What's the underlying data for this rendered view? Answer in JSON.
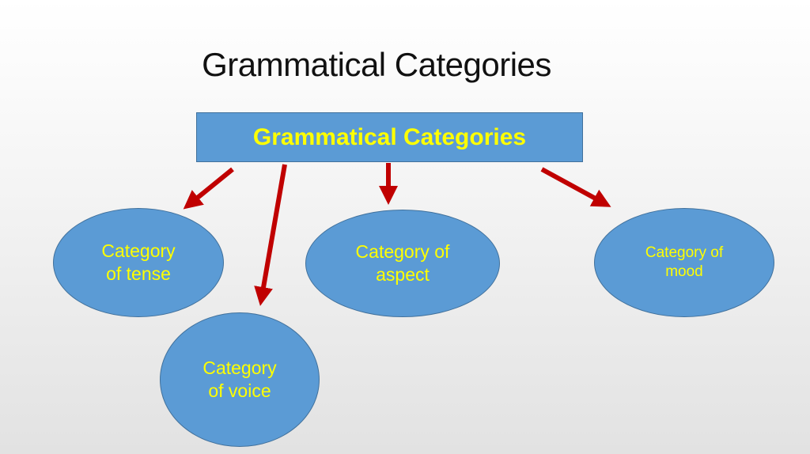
{
  "slide": {
    "title": "Grammatical Categories"
  },
  "diagram": {
    "root": {
      "label": "Grammatical Categories"
    },
    "nodes": [
      {
        "id": "tense",
        "label_line1": "Category",
        "label_line2": "of tense"
      },
      {
        "id": "voice",
        "label_line1": "Category",
        "label_line2": "of voice"
      },
      {
        "id": "aspect",
        "label_line1": "Category of",
        "label_line2": "aspect"
      },
      {
        "id": "mood",
        "label_line1": "Category of",
        "label_line2": "mood"
      }
    ],
    "colors": {
      "shape_fill": "#5b9bd5",
      "shape_border": "#41719c",
      "shape_text": "#ffff00",
      "arrow": "#c00000"
    }
  }
}
